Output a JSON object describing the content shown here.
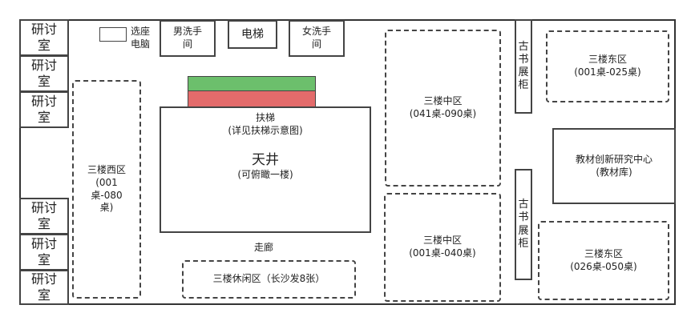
{
  "study_rooms": [
    "研讨\n室",
    "研讨\n室",
    "研讨\n室",
    "研讨\n室",
    "研讨\n室",
    "研讨\n室"
  ],
  "seat_computer": "选座\n电脑",
  "male_restroom": "男洗手\n间",
  "elevator": "电梯",
  "female_restroom": "女洗手\n间",
  "escalator": {
    "title": "扶梯",
    "note": "(详见扶梯示意图)",
    "colors": {
      "top": "#6cbf6c",
      "bottom": "#e36b6b"
    }
  },
  "atrium": {
    "title": "天井",
    "note": "(可俯瞰一楼)"
  },
  "corridor": "走廊",
  "west_zone": {
    "name": "三楼西区",
    "range": "(001\n桌-080\n桌)"
  },
  "central_zone_north": {
    "name": "三楼中区",
    "range": "(041桌-090桌)"
  },
  "central_zone_south": {
    "name": "三楼中区",
    "range": "(001桌-040桌)"
  },
  "east_zone_north": {
    "name": "三楼东区",
    "range": "(001桌-025桌)"
  },
  "east_zone_south": {
    "name": "三楼东区",
    "range": "(026桌-050桌)"
  },
  "book_cabinet_top": "古书展柜",
  "book_cabinet_bottom": "古书展柜",
  "textbook_center": {
    "name": "教材创新研究中心",
    "sub": "(教材库)"
  },
  "lounge": "三楼休闲区（长沙发8张）"
}
